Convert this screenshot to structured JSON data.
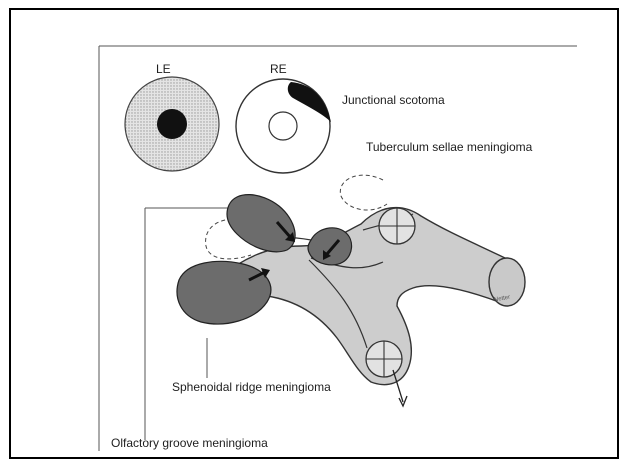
{
  "labels": {
    "left_eye": "LE",
    "right_eye": "RE",
    "junctional_scotoma": "Junctional scotoma",
    "tuberculum_sellae": "Tuberculum sellae meningioma",
    "sphenoidal_ridge": "Sphenoidal ridge meningioma",
    "olfactory_groove": "Olfactory groove meningioma"
  },
  "signature": "Netter",
  "colors": {
    "background": "#ffffff",
    "stipple": "#d0d0d0",
    "structure_fill": "#cfcfcf",
    "tumor_fill": "#6a6a6a",
    "scotoma": "#111111",
    "outline": "#222222"
  }
}
